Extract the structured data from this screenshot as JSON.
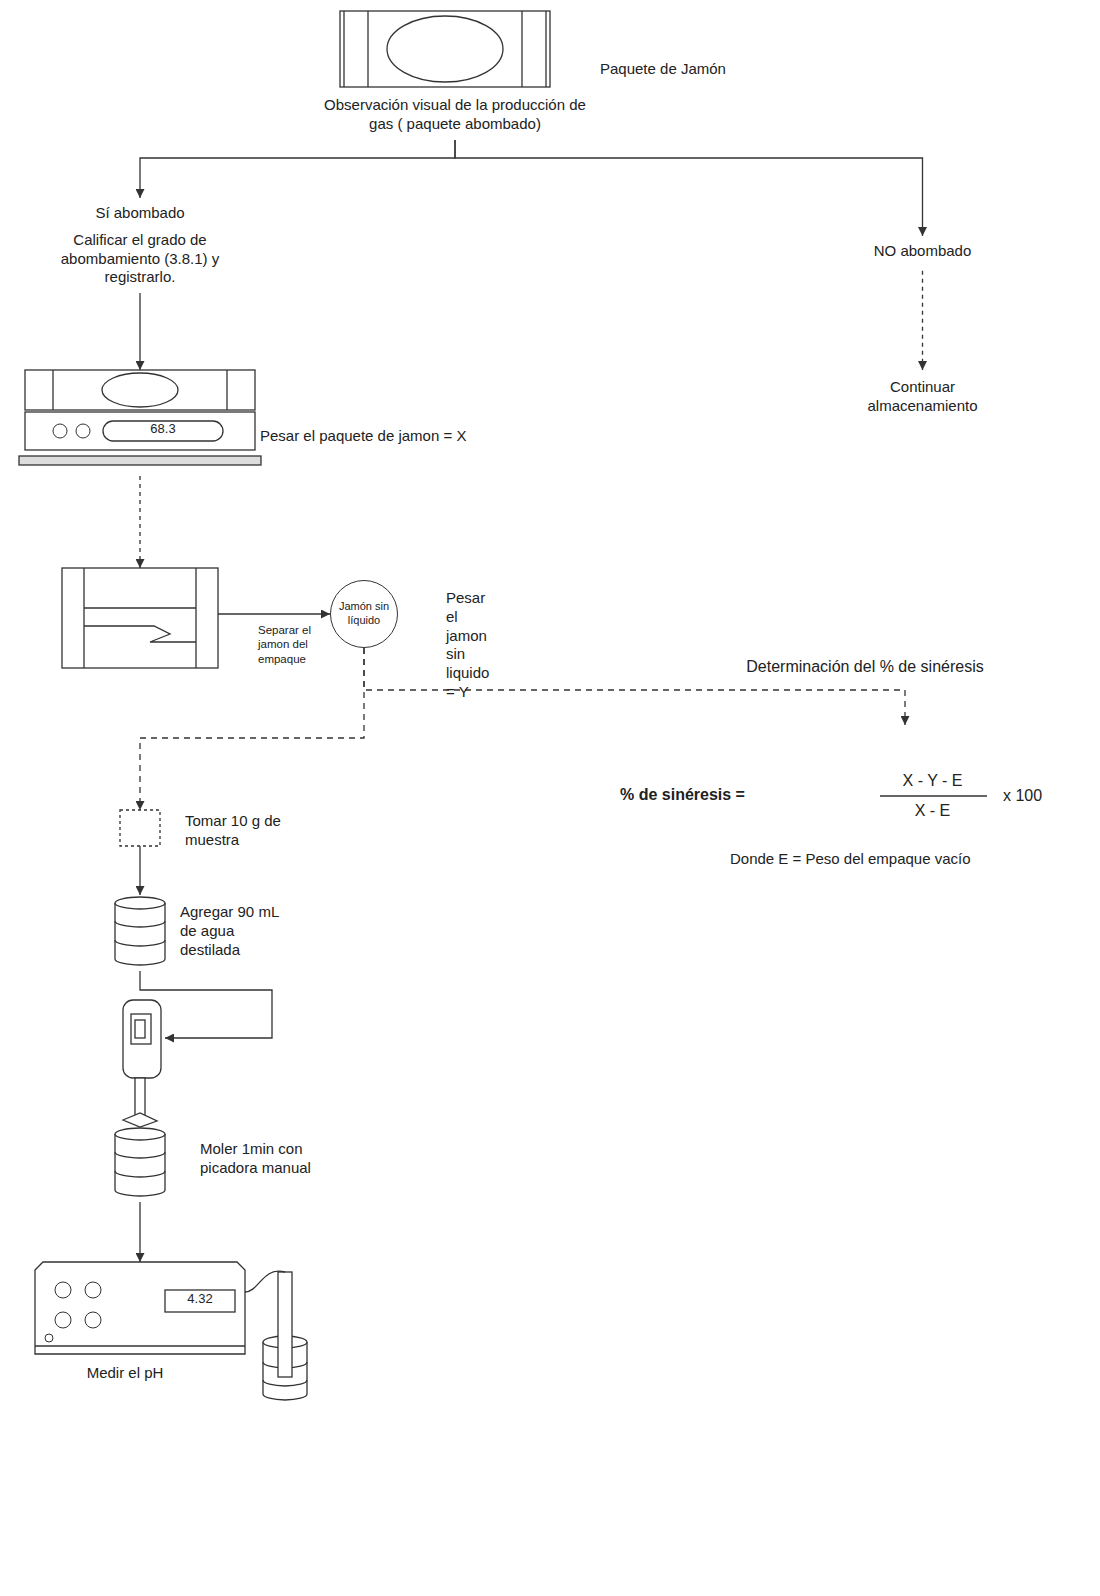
{
  "diagram": {
    "nodes": [
      {
        "text": [
          "Paquete de Jamón",
          "Observación visual de la producción de gas ( paquete abombado)"
        ]
      },
      {
        "text": [
          "Sí abombado",
          "Calificar el grado de abombamiento (3.8.1) y registrarlo."
        ]
      },
      {
        "text": [
          "NO abombado"
        ]
      },
      {
        "text": [
          "Continuar almacenamiento"
        ]
      },
      {
        "text": [
          "Pesar el paquete de jamon = X"
        ]
      },
      {
        "text": [
          "Separar el jamon del empaque"
        ]
      },
      {
        "text": [
          "Jamón sin líquido",
          "Pesar el jamon sin liquido = Y"
        ]
      },
      {
        "text": [
          "% de sinéresis =",
          "X - Y - E",
          "X - E",
          "x 100",
          "Donde E = Peso del empaque vacío"
        ]
      },
      {
        "text": [
          "Tomar 10 g de muestra"
        ]
      },
      {
        "text": [
          "Agregar 90 mL de agua destilada"
        ]
      },
      {
        "text": [
          "Moler 1min con picadora manual"
        ]
      },
      {
        "text": [
          "Medir el pH"
        ]
      }
    ],
    "edges": [
      {
        "from": 0,
        "to": 1,
        "arrow": "to"
      },
      {
        "from": 0,
        "to": 2,
        "arrow": "to"
      },
      {
        "from": 2,
        "to": 3,
        "arrow": "to"
      },
      {
        "from": 1,
        "to": 4,
        "arrow": "to"
      },
      {
        "from": 4,
        "to": 5,
        "arrow": "to"
      },
      {
        "from": 5,
        "to": 6,
        "arrow": "to"
      },
      {
        "from": 6,
        "to": 7,
        "label": "Determinación del % de sinéresis",
        "arrow": "to"
      },
      {
        "from": 6,
        "to": 8,
        "arrow": "to"
      },
      {
        "from": 8,
        "to": 9,
        "arrow": "to"
      },
      {
        "from": 9,
        "to": 10,
        "arrow": "to"
      },
      {
        "from": 10,
        "to": 11,
        "arrow": "to"
      }
    ],
    "labels": [
      "68.3",
      "4.32"
    ]
  }
}
